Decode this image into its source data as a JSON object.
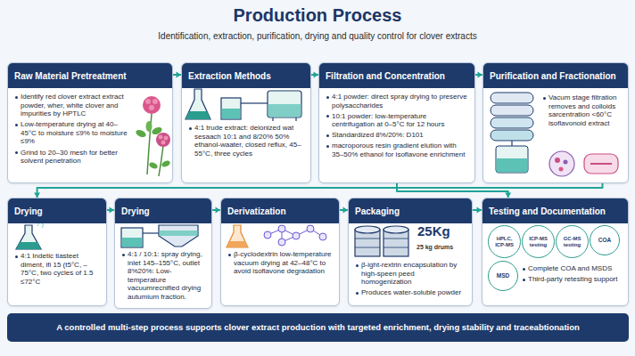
{
  "diagram": {
    "title": "Production Process",
    "caption": "Identification, extraction, purification, drying and quality control for clover extracts",
    "nodes": [
      {
        "text": [
          "Raw Material Pretreatment",
          "Identify red clover extract extract powder, wher, white clover and impurities by HPTLC",
          "Low-temperature drying at 40–45°C to moisture ≤9% to moisture ≤9%",
          "Grind to 20–30 mesh for better solvent penetration"
        ]
      },
      {
        "text": [
          "Extraction Methods",
          "4:1 trude extract: deionized wat sesaach 10:1 and 8/20% 50% ethanol-waater, closed reflux, 45–55°C, three cycles"
        ]
      },
      {
        "text": [
          "Filtration and Concentration",
          "4:1 powder: direct spray drying to preserve polysaccharides",
          "10:1 powder: low-temperature centrifugation at 0–5°C for 12 hours",
          "Standardized 8%/20%: D101",
          "macroporous resin gradient elution with 35–50% ethanol for isoflavone enrichment"
        ]
      },
      {
        "text": [
          "Purification and Fractionation",
          "Vacum stage filtration removes and colloids sarcentration <60°C isoflavonoid extract"
        ]
      },
      {
        "text": [
          "Drying",
          "4:1 Indetic tiasteet diment, ifi 15 (t5°C, –75°C, two cycles of 1.5 ≤72°C"
        ]
      },
      {
        "text": [
          "Drying",
          "4:1 / 10:1: spray drying, inlet 145–155°C, outlet 8%20%: Low-temperature vacuumrecnified drying autumium fraction."
        ]
      },
      {
        "text": [
          "Derivatization",
          "β-cyclodextrin low-temperature vacuum drying at 42–48°C to avoid isoflavone degradation"
        ]
      },
      {
        "text": [
          "Packaging",
          "β-ight-rextrin encapsulation by high-speen peed homogenization",
          "Produces water-soluble powder"
        ]
      },
      {
        "text": [
          "Testing and Documentation",
          "Complete COA and MSDS",
          "Third-party retesting support"
        ]
      },
      {
        "text": [
          "HPLC, ICP-MS"
        ],
        "in": 8
      },
      {
        "text": [
          "ICP-MS testing"
        ],
        "in": 8
      },
      {
        "text": [
          "GC-MS testing"
        ],
        "in": 8
      },
      {
        "text": [
          "COA"
        ],
        "in": 8
      },
      {
        "text": [
          "MSD"
        ],
        "in": 8
      },
      {
        "text": [
          "A controlled multi-step process supports clover extract production with targeted enrichment, drying stability and traceabtionation"
        ]
      }
    ],
    "edges": [
      {
        "from": 0,
        "to": 1,
        "arrow": "to"
      },
      {
        "from": 1,
        "to": 2,
        "arrow": "to"
      },
      {
        "from": 2,
        "to": 3,
        "arrow": "to"
      },
      {
        "from": 3,
        "to": 4,
        "arrow": "to"
      },
      {
        "from": 4,
        "to": 5,
        "arrow": "to"
      },
      {
        "from": 5,
        "to": 6,
        "arrow": "to"
      },
      {
        "from": 6,
        "to": 7,
        "arrow": "to"
      },
      {
        "from": 7,
        "to": 8,
        "arrow": "to"
      },
      {
        "from": 2,
        "to": 8,
        "arrow": "to"
      }
    ],
    "labels": [
      "25Kg",
      "25 kg drums"
    ]
  }
}
